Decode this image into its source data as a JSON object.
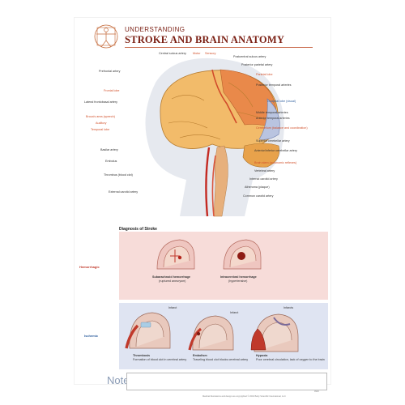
{
  "header": {
    "subtitle": "UNDERSTANDING",
    "title": "STROKE AND BRAIN ANATOMY"
  },
  "anatomy_labels_left": [
    "Central sulcus artery",
    "Prefrontal artery",
    "Frontal lobe",
    "Lateral frontobasal artery",
    "Broca's area (speech)",
    "Auditory",
    "Temporal lobe",
    "Basilar artery",
    "Embolus",
    "Thrombus (blood clot)",
    "External carotid artery"
  ],
  "anatomy_labels_top": [
    "Motor",
    "Sensory"
  ],
  "anatomy_labels_right": [
    "Postcentral sulcus artery",
    "Posterior parietal artery",
    "Parietal lobe",
    "Posterior temporal arteries",
    "Occipital lobe (visual)",
    "Middle temporal arteries",
    "Anterior temporal arteries",
    "Cerebellum (balance and coordination)",
    "Superior cerebellar artery",
    "Anterior/inferior cerebellar artery",
    "Brain stem (autonomic reflexes)",
    "Vertebral artery",
    "Internal carotid artery",
    "Atheroma (plaque)",
    "Common carotid artery"
  ],
  "diagnosis": {
    "section_title": "Diagnosis of Stroke",
    "hemorrhagic_label": "Hemorrhagic",
    "ischemic_label": "Ischemic",
    "hemorrhagic_panels": [
      {
        "title": "Subarachnoid hemorrhage",
        "caption": "(ruptured aneurysm)"
      },
      {
        "title": "Intracerebral hemorrhage",
        "caption": "(hypertensive)"
      }
    ],
    "ischemic_panels": [
      {
        "tag": "Infarct",
        "title": "Thrombosis",
        "caption": "Formation of blood clot in cerebral artery"
      },
      {
        "tag": "Infarct",
        "title": "Embolism",
        "caption": "Traveling blood clot blocks cerebral artery"
      },
      {
        "tag": "Infarcts",
        "title": "Hypoxia",
        "caption": "Poor cerebral circulation, lack of oxygen to the brain"
      }
    ]
  },
  "notes": {
    "label": "Notes:"
  },
  "footer": {
    "code": "9926",
    "copyright": "Medical Illustrations and design are copyrighted © 2004 Body Scientific International, LLC"
  },
  "colors": {
    "title": "#7a1e12",
    "accent_orange": "#d2512b",
    "accent_blue": "#2f5f9e",
    "hemorrhagic_band": "#f7dcd9",
    "ischemic_band": "#dfe4f2"
  }
}
